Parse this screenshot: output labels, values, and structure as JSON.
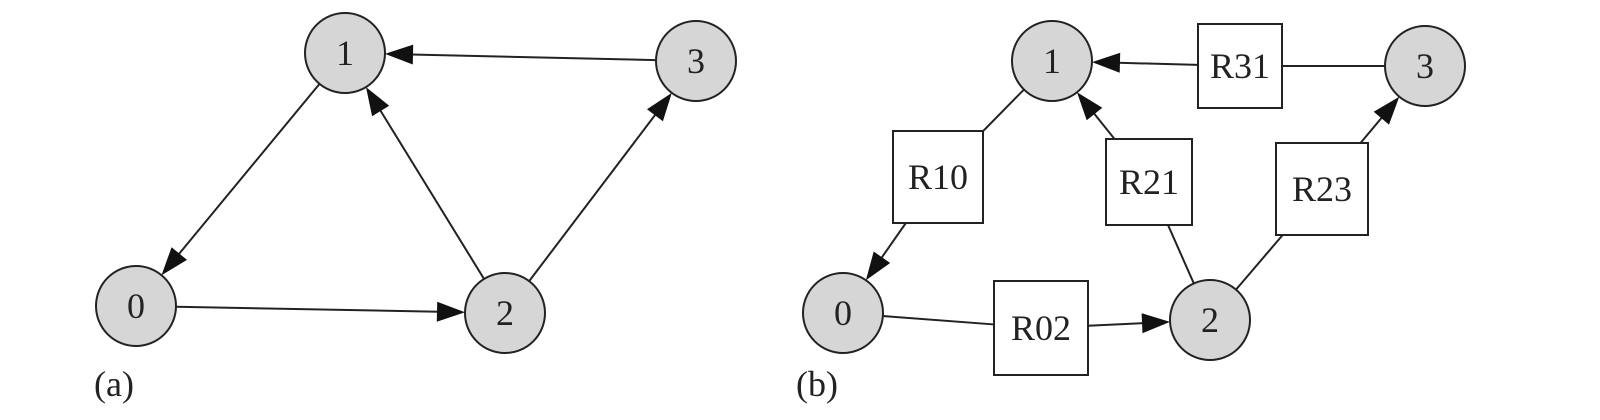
{
  "panels": [
    {
      "id": "a",
      "label": "(a)",
      "nodes": [
        {
          "id": "1",
          "label": "1"
        },
        {
          "id": "3",
          "label": "3"
        },
        {
          "id": "0",
          "label": "0"
        },
        {
          "id": "2",
          "label": "2"
        }
      ],
      "edges": [
        {
          "from": "3",
          "to": "1"
        },
        {
          "from": "1",
          "to": "0"
        },
        {
          "from": "2",
          "to": "1"
        },
        {
          "from": "2",
          "to": "3"
        },
        {
          "from": "0",
          "to": "2"
        }
      ]
    },
    {
      "id": "b",
      "label": "(b)",
      "nodes": [
        {
          "id": "1",
          "label": "1"
        },
        {
          "id": "3",
          "label": "3"
        },
        {
          "id": "0",
          "label": "0"
        },
        {
          "id": "2",
          "label": "2"
        }
      ],
      "boxes": [
        {
          "id": "R31",
          "label": "R31"
        },
        {
          "id": "R10",
          "label": "R10"
        },
        {
          "id": "R21",
          "label": "R21"
        },
        {
          "id": "R23",
          "label": "R23"
        },
        {
          "id": "R02",
          "label": "R02"
        }
      ],
      "edges": [
        {
          "from": "3",
          "to": "R31",
          "arrow": false
        },
        {
          "from": "R31",
          "to": "1",
          "arrow": true
        },
        {
          "from": "1",
          "to": "R10",
          "arrow": false
        },
        {
          "from": "R10",
          "to": "0",
          "arrow": true
        },
        {
          "from": "2",
          "to": "R21",
          "arrow": false
        },
        {
          "from": "R21",
          "to": "1",
          "arrow": true
        },
        {
          "from": "2",
          "to": "R23",
          "arrow": false
        },
        {
          "from": "R23",
          "to": "3",
          "arrow": true
        },
        {
          "from": "0",
          "to": "R02",
          "arrow": false
        },
        {
          "from": "R02",
          "to": "2",
          "arrow": true
        }
      ]
    }
  ]
}
